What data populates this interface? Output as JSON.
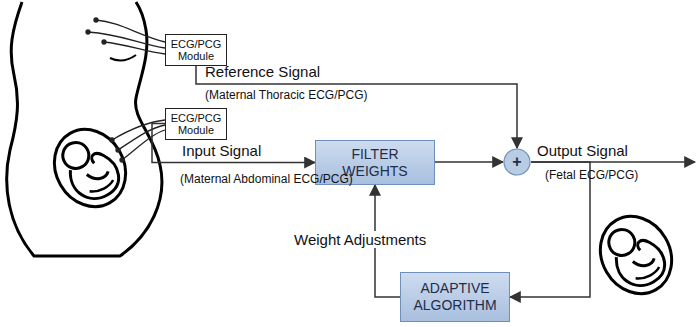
{
  "diagram": {
    "nodes": [
      {
        "text": [
          "ECG/PCG Module"
        ]
      },
      {
        "text": [
          "ECG/PCG Module"
        ]
      },
      {
        "text": [
          "FILTER WEIGHTS"
        ]
      },
      {
        "text": [
          "+"
        ]
      },
      {
        "text": [
          "ADAPTIVE ALGORITHM"
        ]
      }
    ],
    "edges": [
      {
        "from": 0,
        "to": 3,
        "arrow": "to"
      },
      {
        "from": 1,
        "to": 2,
        "arrow": "to"
      },
      {
        "from": 2,
        "to": 3,
        "arrow": "to"
      },
      {
        "from": 3,
        "to": 4,
        "arrow": "to"
      },
      {
        "from": 4,
        "to": 2,
        "arrow": "to"
      }
    ],
    "labels": [
      "Reference Signal",
      "(Maternal Thoracic ECG/PCG)",
      "Input Signal",
      "(Maternal Abdominal ECG/PCG)",
      "Output Signal",
      "(Fetal ECG/PCG)",
      "Weight Adjustments"
    ]
  }
}
